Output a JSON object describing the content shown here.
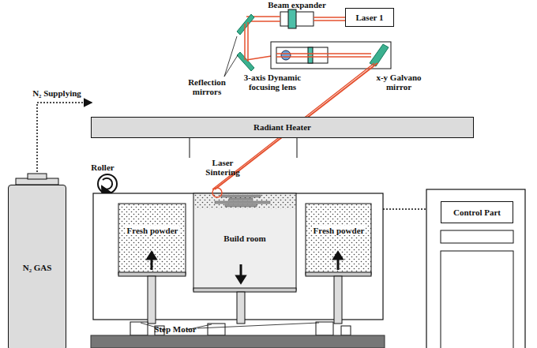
{
  "diagram": {
    "nodes": [
      {
        "text": [
          "Laser 1"
        ]
      },
      {
        "text": [
          "Radiant Heater"
        ]
      },
      {
        "text": [
          "N₂ GAS"
        ]
      },
      {
        "text": [
          "Fresh powder"
        ]
      },
      {
        "text": [
          "Build room"
        ]
      },
      {
        "text": [
          "Fresh powder"
        ]
      },
      {
        "text": [
          "Control Part"
        ]
      }
    ],
    "labels": [
      "Beam expander",
      "Reflection mirrors",
      "3-axis Dynamic focusing lens",
      "x-y Galvano mirror",
      "N₂ Supplying",
      "Roller",
      "Laser Sintering",
      "Step Motor"
    ]
  }
}
